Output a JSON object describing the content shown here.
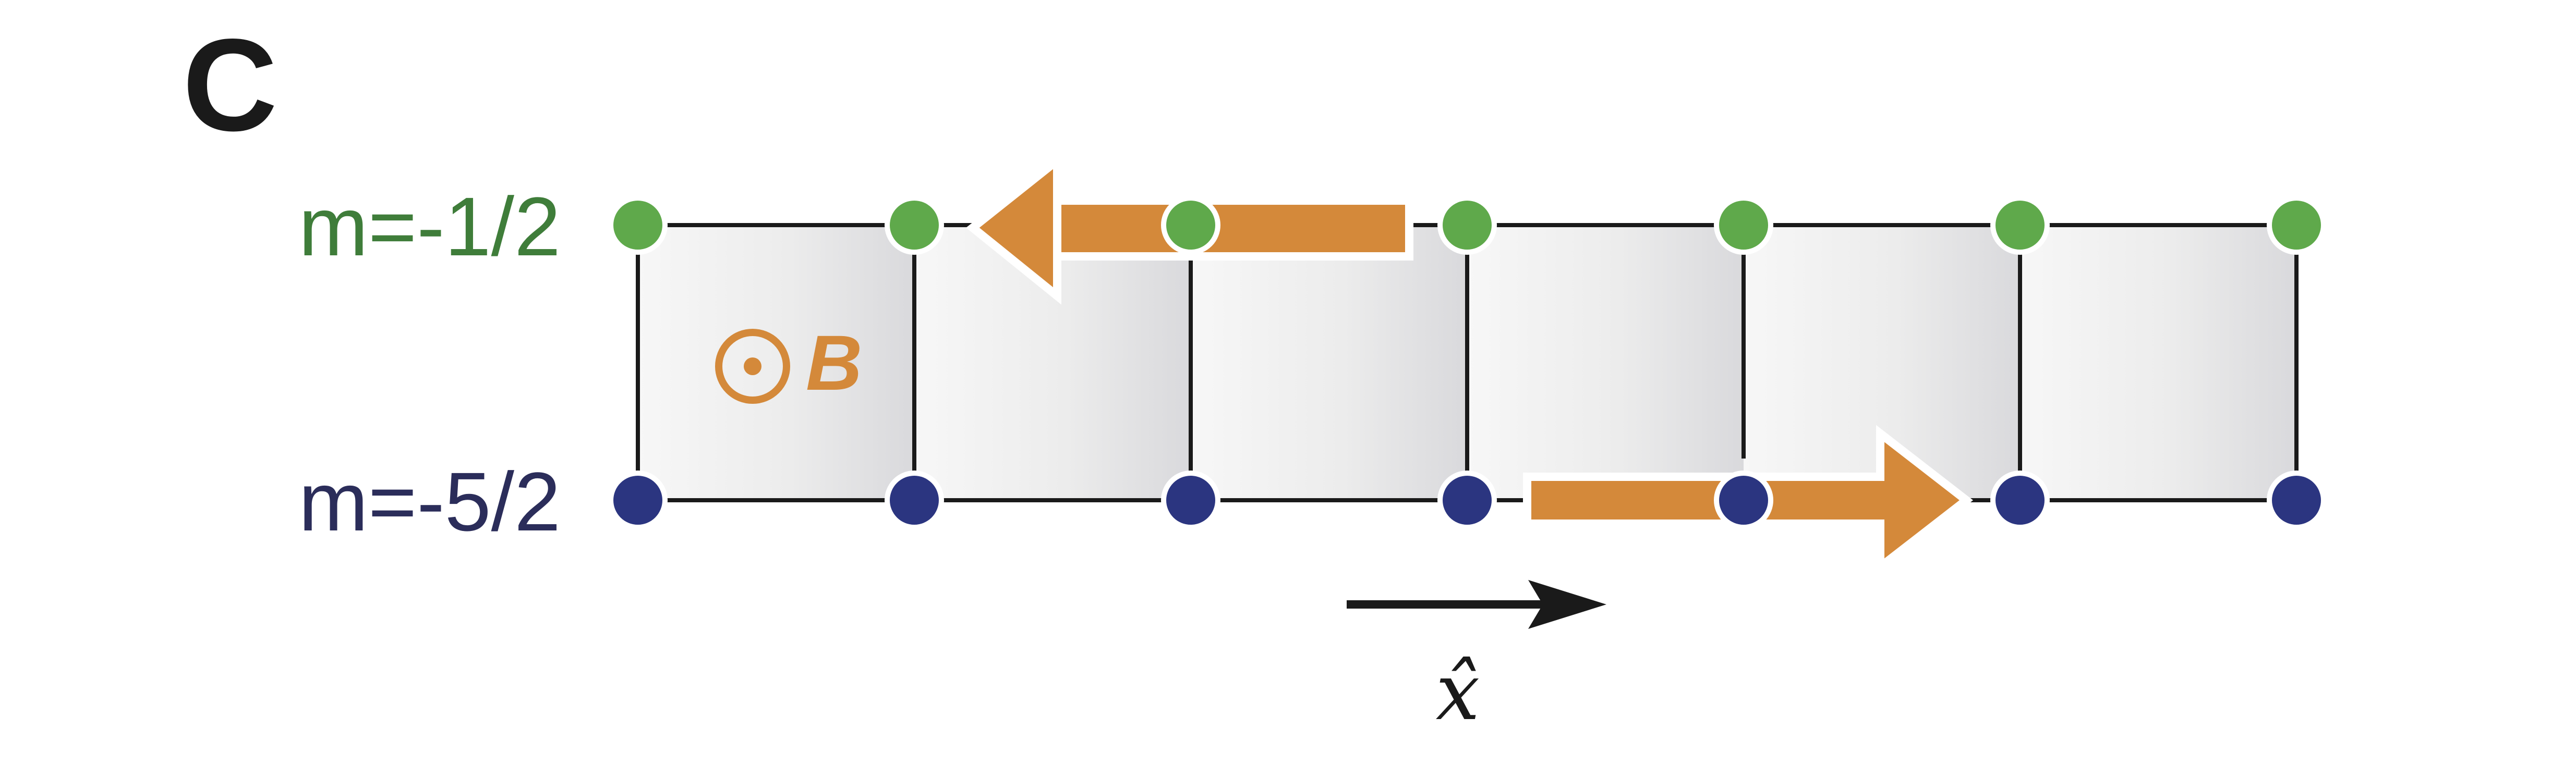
{
  "figure": {
    "panel_letter": "C",
    "rows": [
      {
        "label": "m=-1/2",
        "color": "#3f7d3a",
        "site_color": "#5fa94b"
      },
      {
        "label": "m=-5/2",
        "color": "#2b2d5a",
        "site_color": "#2b3580"
      }
    ],
    "site_count_per_row": 7,
    "field": {
      "symbol": "⊙",
      "label": "B",
      "color": "#d4893a"
    },
    "axis": {
      "label": "x̂"
    },
    "colors": {
      "arrow": "#d4893a",
      "edge": "#1a1a1a",
      "cell_fill": "#e6e6e6"
    }
  }
}
